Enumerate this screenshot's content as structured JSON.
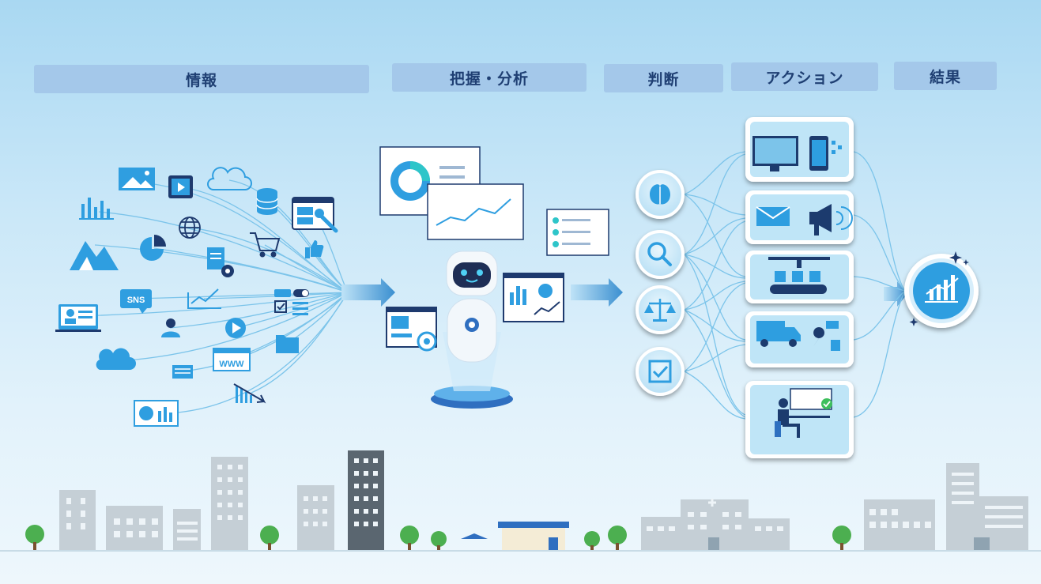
{
  "stages": {
    "info": "情報",
    "analysis": "把握・分析",
    "judgment": "判断",
    "action": "アクション",
    "result": "結果"
  },
  "icons": {
    "input_sources": [
      "image-icon",
      "video-icon",
      "cloud-icon",
      "database-icon",
      "bar-chart-icon",
      "globe-icon",
      "web-tool-icon",
      "landscape-icon",
      "pie-chart-icon",
      "cart-icon",
      "document-gear-icon",
      "thumbs-up-icon",
      "sns-bubble-icon",
      "line-chart-icon",
      "toggle-icon",
      "profile-card-icon",
      "user-icon",
      "checklist-icon",
      "cloud-icon",
      "play-icon",
      "folder-icon",
      "www-window-icon",
      "table-icon",
      "declining-chart-icon",
      "dashboard-icon"
    ],
    "judgment": [
      "brain-icon",
      "magnifier-icon",
      "scale-icon",
      "checkbox-icon"
    ],
    "actions": [
      "monitor-mobile-icon",
      "mail-megaphone-icon",
      "factory-conveyor-icon",
      "truck-delivery-icon",
      "operator-desk-icon"
    ],
    "result": "growth-chart-icon",
    "center": "ai-robot-icon"
  },
  "colors": {
    "header_bg": "#a4c8ea",
    "header_text": "#1f3f73",
    "accent": "#2f9ee0",
    "dark_navy": "#1e3a6e",
    "flow_line": "#7cc4ea"
  }
}
